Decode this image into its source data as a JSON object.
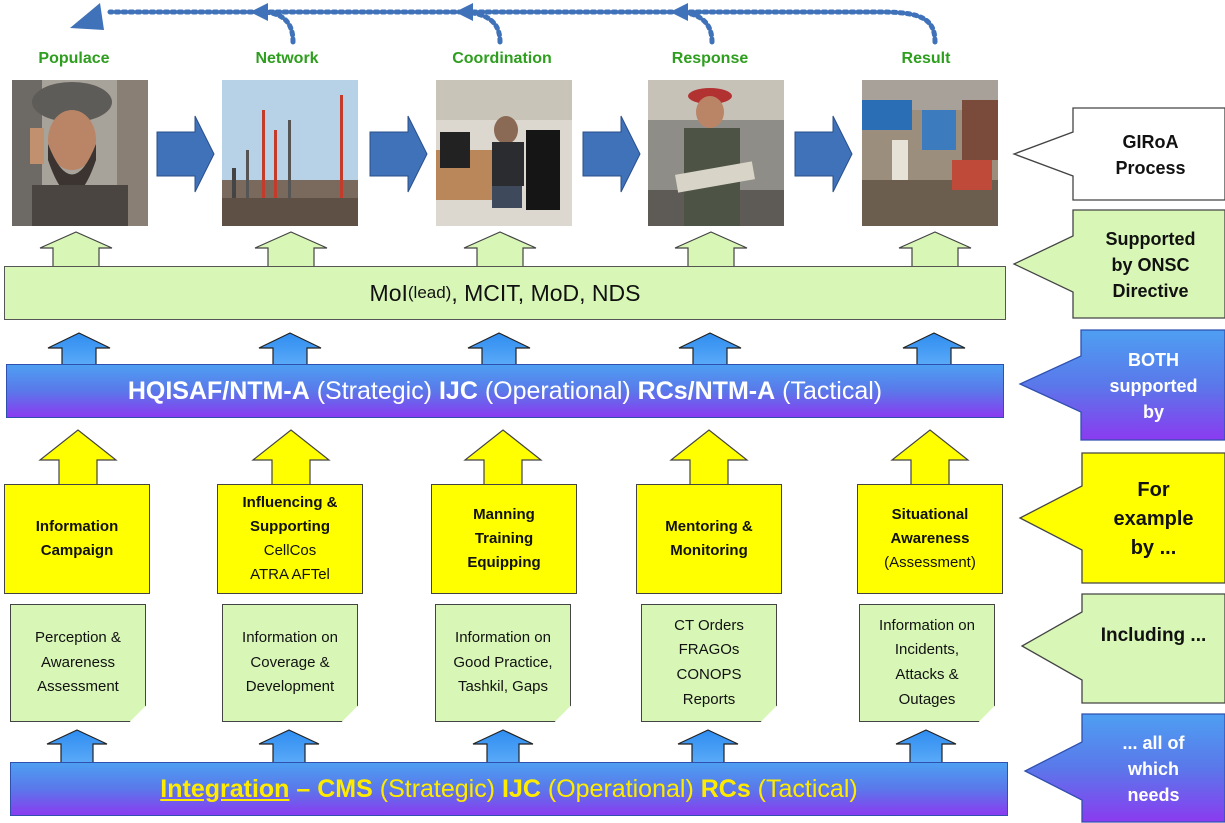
{
  "stages": [
    {
      "label": "Populace"
    },
    {
      "label": "Network"
    },
    {
      "label": "Coordination"
    },
    {
      "label": "Response"
    },
    {
      "label": "Result"
    }
  ],
  "green_band": {
    "part1": "MoI ",
    "part2": "(lead)",
    "part3": ", MCIT, MoD, NDS"
  },
  "blue_band": {
    "p1": "HQISAF/NTM-A",
    "p2": " (Strategic) ",
    "p3": "IJC",
    "p4": " (Operational) ",
    "p5": "RCs/NTM-A",
    "p6": " (Tactical)"
  },
  "yellow_boxes": [
    {
      "title1": "Information",
      "title2": "Campaign",
      "sub1": "",
      "sub2": ""
    },
    {
      "title1": "Influencing &",
      "title2": "Supporting",
      "sub1": "CellCos",
      "sub2": "ATRA AFTel"
    },
    {
      "title1": "Manning",
      "title2": "Training",
      "sub1": "Equipping",
      "sub2": ""
    },
    {
      "title1": "Mentoring &",
      "title2": "Monitoring",
      "sub1": "",
      "sub2": ""
    },
    {
      "title1": "Situational",
      "title2": "Awareness",
      "sub1": "(Assessment)",
      "sub2": ""
    }
  ],
  "notes": [
    {
      "lines": [
        "Perception &",
        "Awareness",
        "Assessment",
        ""
      ]
    },
    {
      "lines": [
        "Information on",
        "Coverage &",
        "Development",
        ""
      ]
    },
    {
      "lines": [
        "Information on",
        "Good Practice,",
        "Tashkil, Gaps",
        ""
      ]
    },
    {
      "lines": [
        "CT Orders",
        "FRAGOs",
        "CONOPS",
        "Reports"
      ]
    },
    {
      "lines": [
        "Information on",
        "Incidents,",
        "Attacks &",
        "Outages"
      ]
    }
  ],
  "bottom_band": {
    "p1": "Integration",
    "p2": " – ",
    "p3": "CMS",
    "p4": " (Strategic) ",
    "p5": "IJC",
    "p6": " (Operational) ",
    "p7": "RCs",
    "p8": " (Tactical)"
  },
  "side": {
    "giroa": [
      "GIRoA",
      "Process"
    ],
    "onsc": [
      "Supported",
      "by ONSC",
      "Directive"
    ],
    "both": [
      "BOTH",
      "supported",
      "by"
    ],
    "example": [
      "For",
      "example",
      "by ..."
    ],
    "including": [
      "Including ..."
    ],
    "needs": [
      "... all of",
      "which",
      "needs"
    ]
  },
  "colors": {
    "stage_label": "#2e9e1e",
    "flow_arrow": "#3f72b8",
    "green_fill": "#d8f7b6",
    "yellow_fill": "#ffff00",
    "blue_top": "#4e9ff2",
    "purple_bottom": "#8a3bf0",
    "bottom_text": "#ffeb00"
  }
}
